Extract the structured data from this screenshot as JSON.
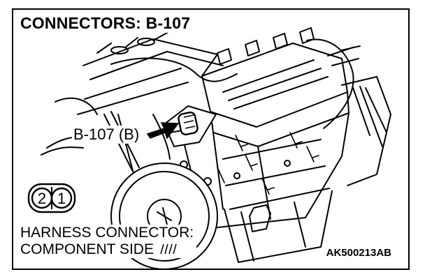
{
  "title": "CONNECTORS: B-107",
  "callout": "B-107 (B)",
  "pins": [
    "2",
    "1"
  ],
  "caption": [
    "HARNESS CONNECTOR:",
    "COMPONENT SIDE"
  ],
  "figure_code": "AK500213AB",
  "icons": [
    "engine-illustration",
    "pointer-arrow-icon",
    "connector-face-icon",
    "hatch-marks-icon"
  ],
  "colors": {
    "ink": "#000000",
    "paper": "#ffffff"
  }
}
